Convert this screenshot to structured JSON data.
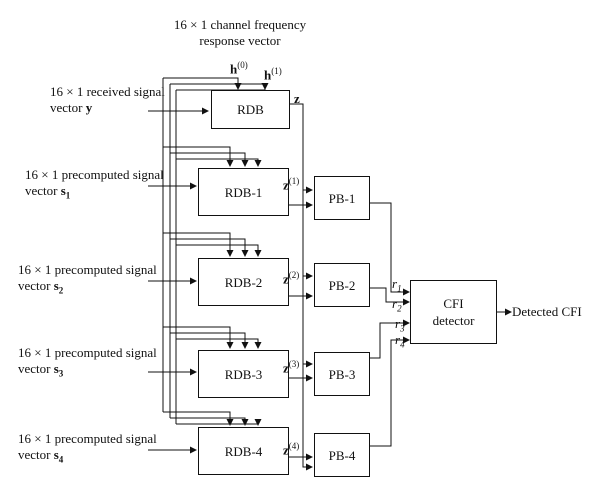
{
  "header": {
    "line1": "16 × 1 channel frequency",
    "line2": "response vector"
  },
  "inputs": [
    {
      "line1": "16 × 1 received signal",
      "line2": "vector",
      "vec": "y",
      "sub": ""
    },
    {
      "line1": "16 × 1 precomputed signal",
      "line2": "vector",
      "vec": "s",
      "sub": "1"
    },
    {
      "line1": "16 × 1 precomputed signal",
      "line2": "vector",
      "vec": "s",
      "sub": "2"
    },
    {
      "line1": "16 × 1 precomputed signal",
      "line2": "vector",
      "vec": "s",
      "sub": "3"
    },
    {
      "line1": "16 × 1 precomputed signal",
      "line2": "vector",
      "vec": "s",
      "sub": "4"
    }
  ],
  "h_labels": [
    {
      "vec": "h",
      "sup": "(0)"
    },
    {
      "vec": "h",
      "sup": "(1)"
    }
  ],
  "rdb_blocks": [
    "RDB",
    "RDB-1",
    "RDB-2",
    "RDB-3",
    "RDB-4"
  ],
  "z_labels": [
    {
      "vec": "z",
      "sup": ""
    },
    {
      "vec": "z",
      "sup": "(1)"
    },
    {
      "vec": "z",
      "sup": "(2)"
    },
    {
      "vec": "z",
      "sup": "(3)"
    },
    {
      "vec": "z",
      "sup": "(4)"
    }
  ],
  "pb_blocks": [
    "PB-1",
    "PB-2",
    "PB-3",
    "PB-4"
  ],
  "r_labels": [
    {
      "var": "r",
      "sub": "1"
    },
    {
      "var": "r",
      "sub": "2"
    },
    {
      "var": "r",
      "sub": "3"
    },
    {
      "var": "r",
      "sub": "4"
    }
  ],
  "detector": {
    "line1": "CFI",
    "line2": "detector"
  },
  "output": "Detected CFI"
}
